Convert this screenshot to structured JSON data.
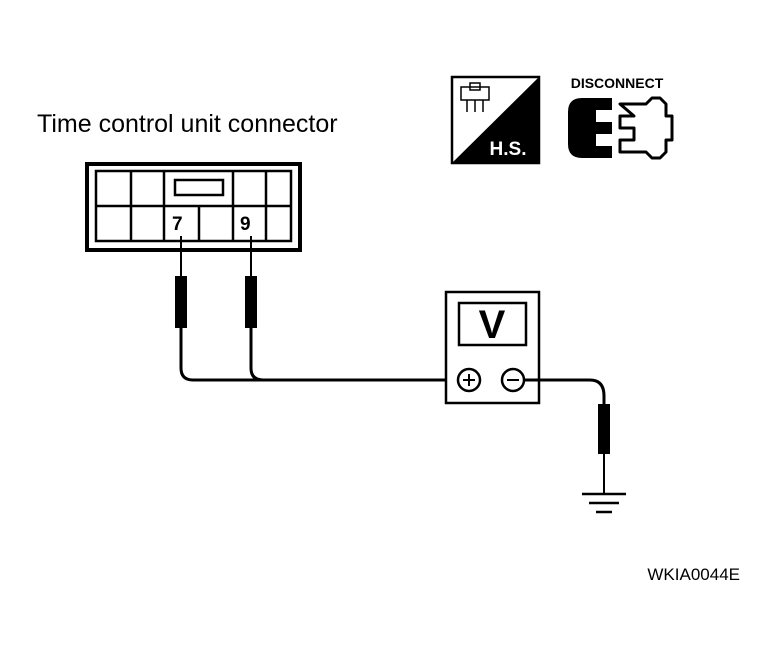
{
  "diagram": {
    "title": "Time control unit connector",
    "pins": {
      "left": "7",
      "right": "9"
    },
    "voltmeter": {
      "label": "V",
      "plus": "+",
      "minus": "−"
    },
    "hs_badge": {
      "label": "H.S."
    },
    "disconnect_badge": {
      "label": "DISCONNECT"
    },
    "figure_code": "WKIA0044E"
  }
}
